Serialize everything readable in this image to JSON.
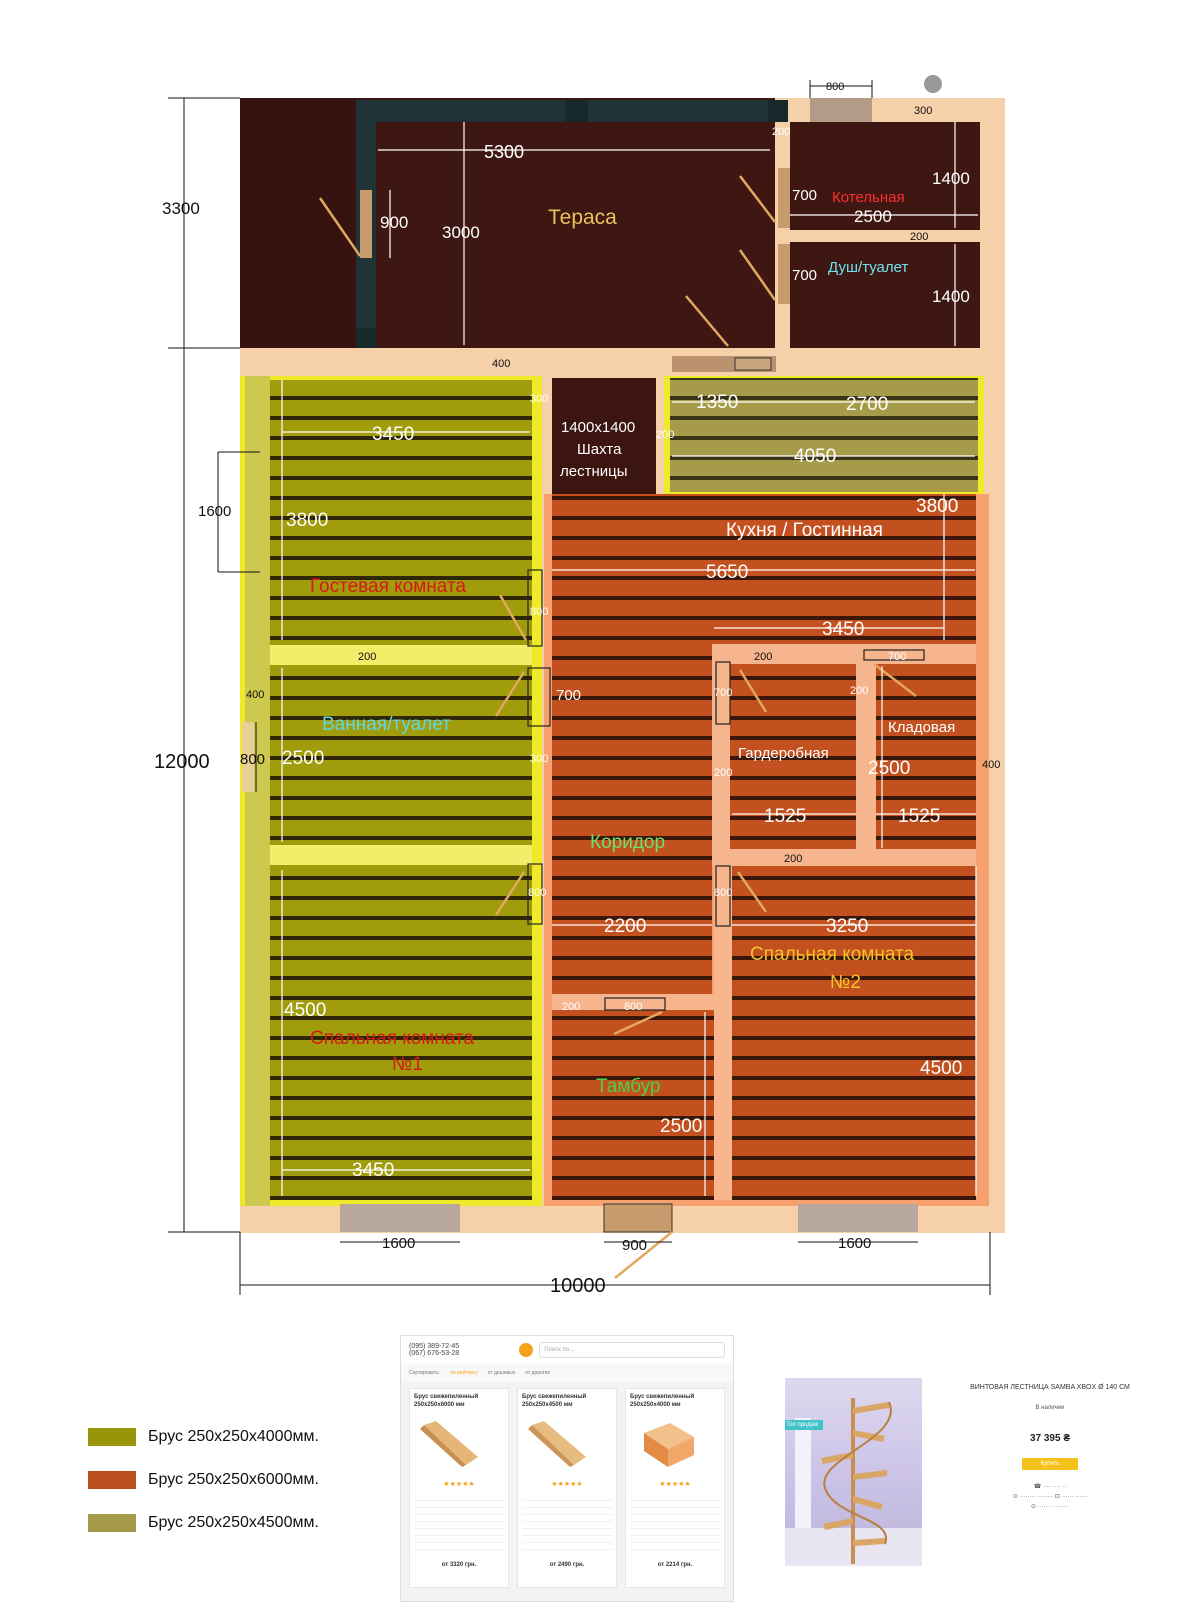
{
  "plan": {
    "rooms": {
      "terrace": "Тераса",
      "boiler": "Котельная",
      "shower": "Душ/туалет",
      "stair_size": "1400х1400",
      "stair_l1": "Шахта",
      "stair_l2": "лестницы",
      "kitchen": "Кухня / Гостинная",
      "guest": "Гостевая комната",
      "bath": "Ванная/туалет",
      "wardrobe": "Гардеробная",
      "pantry": "Кладовая",
      "corridor": "Коридор",
      "bed2_l1": "Спальная комната",
      "bed2_l2": "№2",
      "bed1_l1": "Спальная комната",
      "bed1_l2": "№1",
      "vestibule": "Тамбур"
    },
    "dims": {
      "d800_top": "800",
      "d300_top": "300",
      "d5300": "5300",
      "d200_a": "200",
      "d3300": "3300",
      "d900_a": "900",
      "d3000": "3000",
      "d700_a": "700",
      "d1400_a": "1400",
      "d2500_a": "2500",
      "d200_b": "200",
      "d700_b": "700",
      "d1400_b": "1400",
      "d400_a": "400",
      "d300_b": "300",
      "d1350": "1350",
      "d2700": "2700",
      "d200_c": "200",
      "d4050": "4050",
      "d3450_a": "3450",
      "d1600_a": "1600",
      "d3800_a": "3800",
      "d3800_b": "3800",
      "d5650": "5650",
      "d800_a": "800",
      "d3450_b": "3450",
      "d200_d": "200",
      "d200_e": "200",
      "d700_c": "700",
      "d400_b": "400",
      "d700_d": "700",
      "d700_e": "700",
      "d200_f": "200",
      "d12000": "12000",
      "d800_b": "800",
      "d2500_b": "2500",
      "d300_c": "300",
      "d200_g": "200",
      "d2500_c": "2500",
      "d400_c": "400",
      "d1525_a": "1525",
      "d1525_b": "1525",
      "d200_h": "200",
      "d800_c": "800",
      "d800_d": "800",
      "d2200": "2200",
      "d3250": "3250",
      "d4500_a": "4500",
      "d200_i": "200",
      "d800_e": "800",
      "d4500_b": "4500",
      "d2500_d": "2500",
      "d3450_c": "3450",
      "d1600_b": "1600",
      "d900_b": "900",
      "d1600_c": "1600",
      "d10000": "10000"
    }
  },
  "legend": [
    {
      "label": "Брус 250х250х4000мм.",
      "color": "#98950a"
    },
    {
      "label": "Брус 250х250х6000мм.",
      "color": "#bb4d1e"
    },
    {
      "label": "Брус 250х250х4500мм.",
      "color": "#a59a47"
    }
  ],
  "shop": {
    "phone1": "(095) 389-72-45",
    "phone2": "(067) 676-53-28",
    "search_placeholder": "Поиск по...",
    "sort_label": "Сортировать:",
    "sort_options": [
      "по рейтингу",
      "от дешевых",
      "от дорогих"
    ],
    "products": [
      {
        "title": "Брус свежепиленный 250х250х6000 мм",
        "price": "от 3320 грн."
      },
      {
        "title": "Брус свежепиленный 250х250х4500 мм",
        "price": "от 2490 грн."
      },
      {
        "title": "Брус свежепиленный 250х250х4000 мм",
        "price": "от 2214 грн."
      }
    ]
  },
  "stair": {
    "badge": "Топ продаж",
    "title": "ВИНТОВАЯ ЛЕСТНИЦА SAMBA XBOX Ø 140 СМ",
    "availability": "В наличии",
    "price": "37 395 ₴",
    "buy_label": "Купить",
    "colors": {
      "wood": "#d9a665",
      "wall": "#c9c0e6"
    }
  },
  "colors": {
    "terrace": "#3d1612",
    "frame": "#f7d3ac",
    "yellow_zone": "#9a990d",
    "olive_zone": "#a39a45",
    "orange_zone": "#c04f1e",
    "dark_post": "#1f3235"
  }
}
